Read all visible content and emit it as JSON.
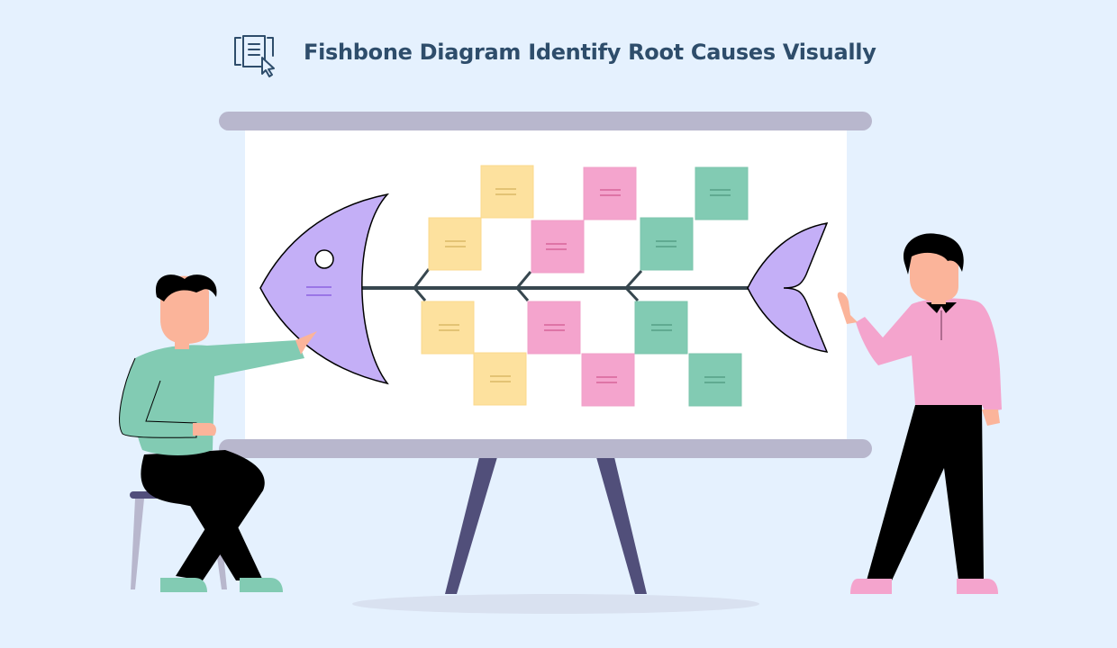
{
  "header": {
    "icon": "document-cursor-icon",
    "title": "Fishbone Diagram Identify Root Causes Visually"
  },
  "colors": {
    "background": "#e5f1fe",
    "title": "#2e4d6b",
    "board_rail": "#b8b7cd",
    "board_surface": "#ffffff",
    "easel_legs": "#514f7a",
    "fish_body": "#c4aff7",
    "spine": "#37474f",
    "yellow_note": "#fde19e",
    "pink_note": "#f4a4cd",
    "green_note": "#82cbb3"
  },
  "diagram": {
    "type": "fishbone",
    "head": {
      "label_lines": 2
    },
    "categories": [
      {
        "name": "category-1",
        "color": "yellow",
        "top_notes": 2,
        "bottom_notes": 2
      },
      {
        "name": "category-2",
        "color": "pink",
        "top_notes": 2,
        "bottom_notes": 2
      },
      {
        "name": "category-3",
        "color": "green",
        "top_notes": 2,
        "bottom_notes": 2
      }
    ]
  },
  "figures": [
    {
      "name": "seated-presenter",
      "shirt": "#82cbb3",
      "pants": "#000000",
      "action": "pointing at fish head"
    },
    {
      "name": "standing-presenter",
      "shirt": "#f4a4cd",
      "pants": "#000000",
      "action": "waving"
    }
  ]
}
